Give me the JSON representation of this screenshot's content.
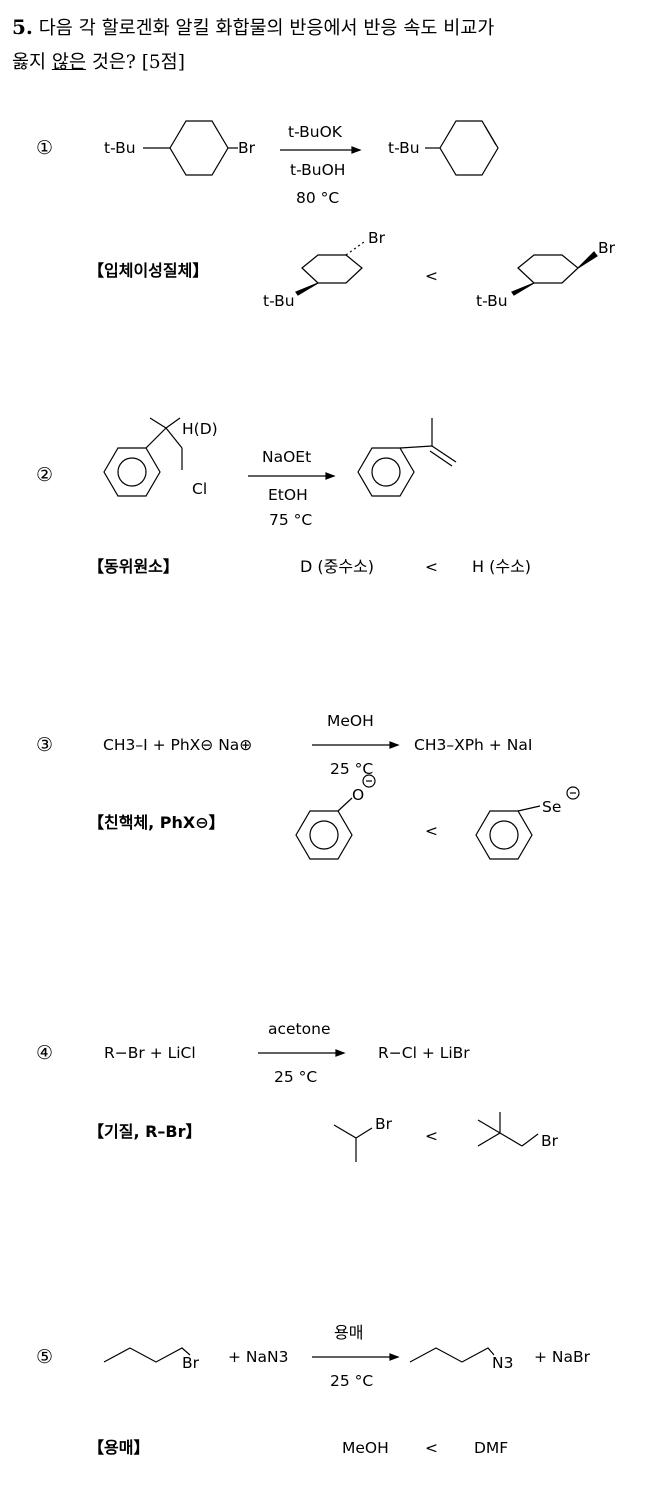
{
  "question": {
    "number": "5.",
    "text_part1": " 다음 각 할로겐화 알킬 화합물의 반응에서 반응 속도 비교가",
    "text_part2": "옳지 ",
    "text_underlined": "않은",
    "text_part3": " 것은? [5점]"
  },
  "options": [
    {
      "marker": "①",
      "reactant_left": "t-Bu",
      "reactant_right": "Br",
      "reagent_top": "t-BuOK",
      "reagent_bottom": "t-BuOH",
      "condition": "80 °C",
      "product_left": "t-Bu",
      "category": "【입체이성질체】",
      "compare_left_labels": [
        "Br",
        "t-Bu"
      ],
      "compare_symbol": "<",
      "compare_right_labels": [
        "Br",
        "t-Bu"
      ]
    },
    {
      "marker": "②",
      "reactant_label_top": "H(D)",
      "reactant_label_bottom": "Cl",
      "reagent_top": "NaOEt",
      "reagent_bottom": "EtOH",
      "condition": "75 °C",
      "category": "【동위원소】",
      "compare_left": "D (중수소)",
      "compare_symbol": "<",
      "compare_right": "H (수소)"
    },
    {
      "marker": "③",
      "reaction_left": "CH3–I  +  PhX⊖ Na⊕",
      "reagent_top": "MeOH",
      "reagent_bottom": "25 °C",
      "reaction_right": "CH3–XPh  +  NaI",
      "category": "【친핵체, PhX⊖】",
      "compare_left_label": "O",
      "compare_symbol": "<",
      "compare_right_label": "Se"
    },
    {
      "marker": "④",
      "reaction_left": "R−Br  +  LiCl",
      "reagent_top": "acetone",
      "reagent_bottom": "25 °C",
      "reaction_right": "R−Cl  +  LiBr",
      "category": "【기질, R–Br】",
      "compare_left_label": "Br",
      "compare_symbol": "<",
      "compare_right_label": "Br"
    },
    {
      "marker": "⑤",
      "reactant_label": "Br",
      "plus_reagent": "+  NaN3",
      "reagent_top": "용매",
      "reagent_bottom": "25 °C",
      "product_label": "N3",
      "plus_product": "+  NaBr",
      "category": "【용매】",
      "compare_left": "MeOH",
      "compare_symbol": "<",
      "compare_right": "DMF"
    }
  ]
}
